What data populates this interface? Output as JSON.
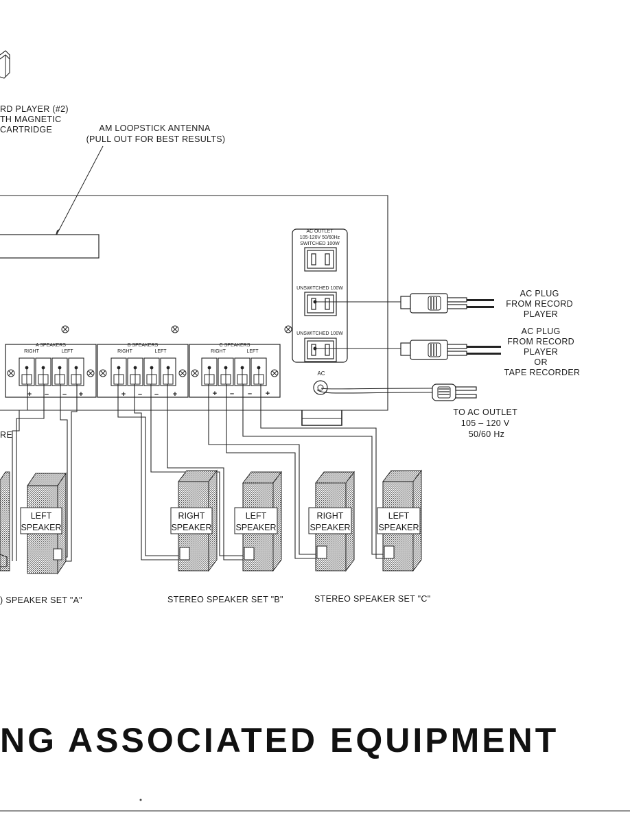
{
  "record_player_label": [
    "RD PLAYER (#2)",
    "TH MAGNETIC",
    "CARTRIDGE"
  ],
  "antenna_label": [
    "AM LOOPSTICK ANTENNA",
    "(PULL OUT FOR BEST RESULTS)"
  ],
  "ac_outlet_panel": {
    "title": "AC OUTLET",
    "voltage": "105-120V 50/60Hz",
    "switched": "SWITCHED 100W",
    "unswitched_1": "UNSWITCHED 100W",
    "unswitched_2": "UNSWITCHED 100W",
    "ac_label": "AC"
  },
  "speaker_terminals": {
    "a": {
      "title": "A SPEAKERS",
      "right": "RIGHT",
      "left": "LEFT"
    },
    "b": {
      "title": "B SPEAKERS",
      "right": "RIGHT",
      "left": "LEFT"
    },
    "c": {
      "title": "C SPEAKERS",
      "right": "RIGHT",
      "left": "LEFT"
    },
    "polarity": [
      "+",
      "–",
      "–",
      "+"
    ]
  },
  "ac_plug_1": [
    "AC PLUG",
    "FROM RECORD",
    "PLAYER"
  ],
  "ac_plug_2": [
    "AC PLUG",
    "FROM RECORD",
    "PLAYER",
    "OR",
    "TAPE RECORDER"
  ],
  "to_ac_outlet": [
    "TO AC OUTLET",
    "105 – 120 V",
    "50/60 Hz"
  ],
  "partial_label": "RE",
  "speakers": {
    "a_left": [
      "LEFT",
      "SPEAKER"
    ],
    "b_right": [
      "RIGHT",
      "SPEAKER"
    ],
    "b_left": [
      "LEFT",
      "SPEAKER"
    ],
    "c_right": [
      "RIGHT",
      "SPEAKER"
    ],
    "c_left": [
      "LEFT",
      "SPEAKER"
    ]
  },
  "set_labels": {
    "a": ") SPEAKER SET \"A\"",
    "b": "STEREO SPEAKER SET \"B\"",
    "c": "STEREO SPEAKER SET \"C\""
  },
  "heading": "NG ASSOCIATED EQUIPMENT"
}
